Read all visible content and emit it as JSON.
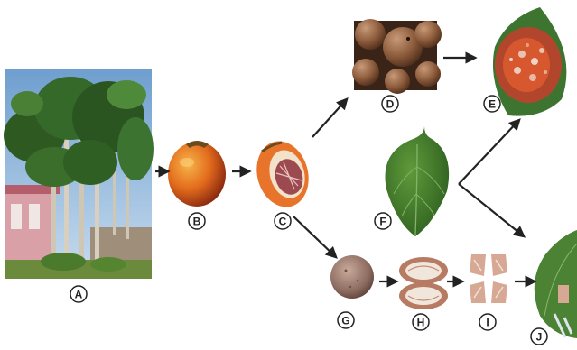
{
  "figure": {
    "labels": [
      "A",
      "B",
      "C",
      "D",
      "E",
      "F",
      "G",
      "H",
      "I",
      "J"
    ]
  }
}
